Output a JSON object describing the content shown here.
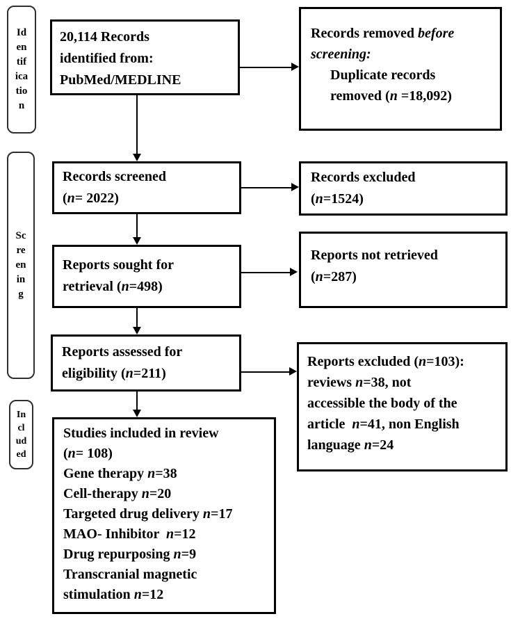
{
  "colors": {
    "text": "#000000",
    "box_border": "#000000",
    "stage_label_border": "#2e2e2e",
    "background": "#ffffff",
    "connector": "#000000"
  },
  "stage_labels": [
    {
      "id": "identification",
      "word": "Identification",
      "lines": [
        "Id",
        "en",
        "tif",
        "ica",
        "tio",
        "n"
      ]
    },
    {
      "id": "screening",
      "word": "Screening",
      "lines": [
        "Sc",
        "re",
        "en",
        "in",
        "g"
      ]
    },
    {
      "id": "included",
      "word": "Included",
      "lines": [
        "In",
        "cl",
        "ud",
        "ed"
      ]
    }
  ],
  "boxes": {
    "records_identified": {
      "lines": [
        [
          {
            "t": "20,114 Records"
          }
        ],
        [
          {
            "t": "identified from:"
          }
        ],
        [
          {
            "t": "PubMed/MEDLINE"
          }
        ]
      ]
    },
    "records_removed": {
      "lines": [
        [
          {
            "t": "Records removed "
          },
          {
            "t": "before",
            "i": true
          }
        ],
        [
          {
            "t": "screening:",
            "i": true
          }
        ],
        [
          {
            "t": "Duplicate records"
          }
        ],
        [
          {
            "t": "removed ("
          },
          {
            "t": "n",
            "i": true
          },
          {
            "t": " =18,092)"
          }
        ]
      ]
    },
    "records_screened": {
      "lines": [
        [
          {
            "t": "Records screened"
          }
        ],
        [
          {
            "t": "("
          },
          {
            "t": "n",
            "i": true
          },
          {
            "t": "= 2022)"
          }
        ]
      ]
    },
    "records_excluded": {
      "lines": [
        [
          {
            "t": "Records excluded"
          }
        ],
        [
          {
            "t": "("
          },
          {
            "t": "n",
            "i": true
          },
          {
            "t": "=1524)"
          }
        ]
      ]
    },
    "reports_sought": {
      "lines": [
        [
          {
            "t": "Reports sought for"
          }
        ],
        [
          {
            "t": "retrieval ("
          },
          {
            "t": "n",
            "i": true
          },
          {
            "t": "=498)"
          }
        ]
      ]
    },
    "reports_not_retrieved": {
      "lines": [
        [
          {
            "t": "Reports not retrieved"
          }
        ],
        [
          {
            "t": "("
          },
          {
            "t": "n",
            "i": true
          },
          {
            "t": "=287)"
          }
        ]
      ]
    },
    "reports_assessed": {
      "lines": [
        [
          {
            "t": "Reports assessed for"
          }
        ],
        [
          {
            "t": "eligibility ("
          },
          {
            "t": "n",
            "i": true
          },
          {
            "t": "=211)"
          }
        ]
      ]
    },
    "reports_excluded": {
      "lines": [
        [
          {
            "t": "Reports excluded ("
          },
          {
            "t": "n",
            "i": true
          },
          {
            "t": "=103):"
          }
        ],
        [
          {
            "t": "reviews "
          },
          {
            "t": "n",
            "i": true
          },
          {
            "t": "=38, not"
          }
        ],
        [
          {
            "t": "accessible the body of the"
          }
        ],
        [
          {
            "t": "article  "
          },
          {
            "t": "n",
            "i": true
          },
          {
            "t": "=41, non English"
          }
        ],
        [
          {
            "t": "language "
          },
          {
            "t": "n",
            "i": true
          },
          {
            "t": "=24"
          }
        ]
      ]
    },
    "studies_included": {
      "lines": [
        [
          {
            "t": "Studies included in review"
          }
        ],
        [
          {
            "t": "("
          },
          {
            "t": "n",
            "i": true
          },
          {
            "t": "= 108)"
          }
        ],
        [
          {
            "t": "Gene therapy "
          },
          {
            "t": "n",
            "i": true
          },
          {
            "t": "=38"
          }
        ],
        [
          {
            "t": "Cell-therapy "
          },
          {
            "t": "n",
            "i": true
          },
          {
            "t": "=20"
          }
        ],
        [
          {
            "t": "Targeted drug delivery "
          },
          {
            "t": "n",
            "i": true
          },
          {
            "t": "=17"
          }
        ],
        [
          {
            "t": "MAO- Inhibitor  "
          },
          {
            "t": "n",
            "i": true
          },
          {
            "t": "=12"
          }
        ],
        [
          {
            "t": "Drug repurposing "
          },
          {
            "t": "n",
            "i": true
          },
          {
            "t": "=9"
          }
        ],
        [
          {
            "t": "Transcranial magnetic"
          }
        ],
        [
          {
            "t": "stimulation "
          },
          {
            "t": "n",
            "i": true
          },
          {
            "t": "=12"
          }
        ]
      ]
    }
  }
}
